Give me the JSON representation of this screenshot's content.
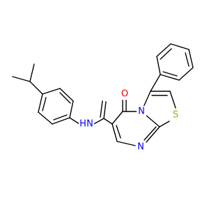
{
  "atoms": {
    "oxygen": {
      "text": "O",
      "color": "#ff0000"
    },
    "nitrogen_ring": {
      "text": "N",
      "color": "#0000ff"
    },
    "nitrogen_pyrimidine": {
      "text": "N",
      "color": "#0000ff"
    },
    "sulfur": {
      "text": "S",
      "color": "#b8a200"
    },
    "amide": {
      "text": "N",
      "hydrogen": "H",
      "color": "#0000ff"
    }
  }
}
